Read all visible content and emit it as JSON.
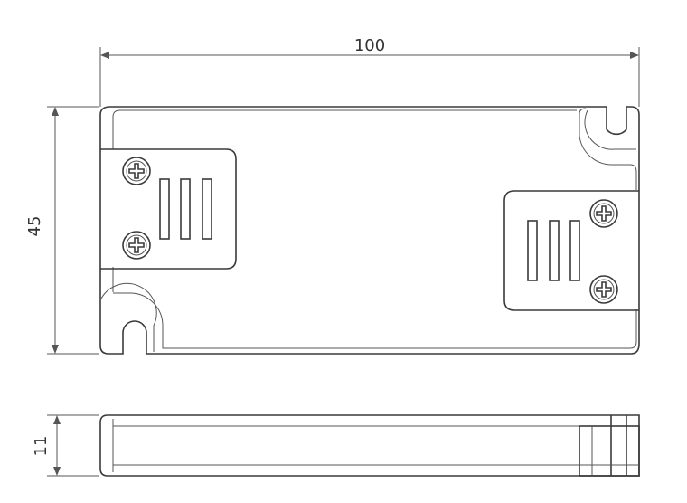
{
  "dimensions": {
    "length": "100",
    "width": "45",
    "height": "11"
  },
  "colors": {
    "line": "#3a3a3a",
    "dimension_line": "#555555",
    "background": "#ffffff"
  },
  "icons": {
    "screw": "phillips-screw-icon",
    "vent": "vent-slot"
  }
}
